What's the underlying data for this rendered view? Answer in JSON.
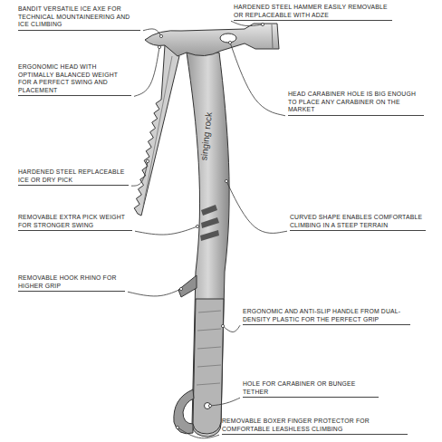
{
  "diagram": {
    "labels": [
      "BANDIT VERSATILE ICE AXE FOR TECHNICAL MOUNTAINEERING AND ICE CLIMBING",
      "HARDENED STEEL HAMMER EASILY REMOVABLE OR REPLACEABLE WITH ADZE",
      "ERGONOMIC HEAD WITH OPTIMALLY BALANCED WEIGHT FOR A PERFECT SWING AND PLACEMENT",
      "HEAD CARABINER HOLE IS BIG ENOUGH TO PLACE ANY CARABINER ON THE MARKET",
      "HARDENED STEEL REPLACEABLE ICE OR DRY PICK",
      "REMOVABLE EXTRA PICK WEIGHT FOR STRONGER SWING",
      "CURVED SHAPE ENABLES COMFORTABLE CLIMBING IN A STEEP TERRAIN",
      "REMOVABLE HOOK RHINO FOR HIGHER GRIP",
      "ERGONOMIC AND ANTI-SLIP HANDLE FROM DUAL-DENSITY PLASTIC FOR THE PERFECT GRIP",
      "HOLE FOR CARABINER OR BUNGEE TETHER",
      "REMOVABLE BOXER FINGER PROTECTOR FOR COMFORTABLE LEASHLESS CLIMBING",
      "singing rock"
    ]
  }
}
